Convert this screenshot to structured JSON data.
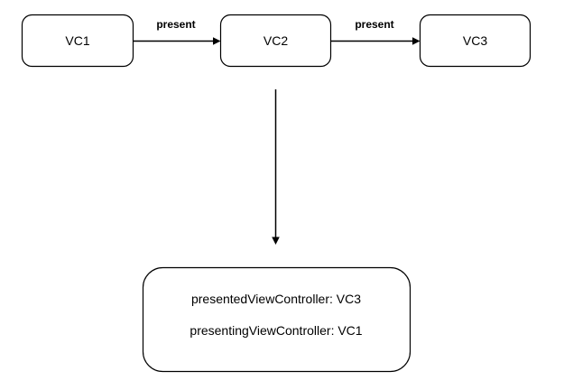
{
  "nodes": {
    "vc1": {
      "label": "VC1"
    },
    "vc2": {
      "label": "VC2"
    },
    "vc3": {
      "label": "VC3"
    }
  },
  "edges": {
    "vc1_to_vc2": {
      "label": "present"
    },
    "vc2_to_vc3": {
      "label": "present"
    }
  },
  "detail": {
    "line1": "presentedViewController: VC3",
    "line2": "presentingViewController: VC1"
  },
  "colors": {
    "stroke": "#000000",
    "fill": "#ffffff",
    "background": "#ffffff"
  }
}
